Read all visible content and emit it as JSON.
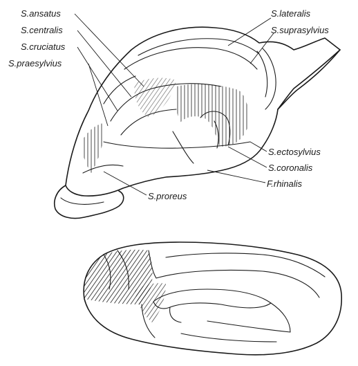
{
  "labels": {
    "left": [
      "S.ansatus",
      "S.centralis",
      "S.cruciatus",
      "S.praesylvius"
    ],
    "right_top": [
      "S.lateralis",
      "S.suprasylvius"
    ],
    "right_bottom": [
      "S.ectosylvius",
      "S.coronalis",
      "F.rhinalis"
    ],
    "bottom": "S.proreus"
  },
  "colors": {
    "ink": "#1a1a1a",
    "paper": "#ffffff"
  }
}
